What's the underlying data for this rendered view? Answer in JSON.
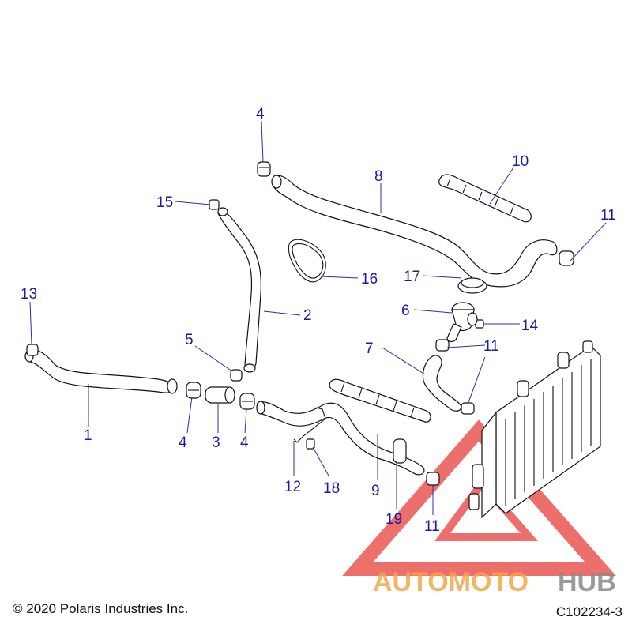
{
  "callouts": {
    "c1": "1",
    "c2": "2",
    "c3": "3",
    "c4a": "4",
    "c4b": "4",
    "c4c": "4",
    "c5": "5",
    "c6": "6",
    "c7": "7",
    "c8": "8",
    "c9": "9",
    "c10": "10",
    "c11a": "11",
    "c11b": "11",
    "c11c": "11",
    "c12": "12",
    "c13": "13",
    "c14": "14",
    "c15": "15",
    "c16": "16",
    "c17": "17",
    "c18": "18",
    "c19": "19"
  },
  "footer": {
    "copyright": "© 2020 Polaris Industries Inc.",
    "code": "C102234-3"
  },
  "watermark": {
    "text_a": "AUTOMOTO",
    "text_b": "HUB",
    "colors": {
      "red": "#e8403a",
      "orange": "#f4a64a",
      "gray": "#8a8a8a"
    }
  }
}
